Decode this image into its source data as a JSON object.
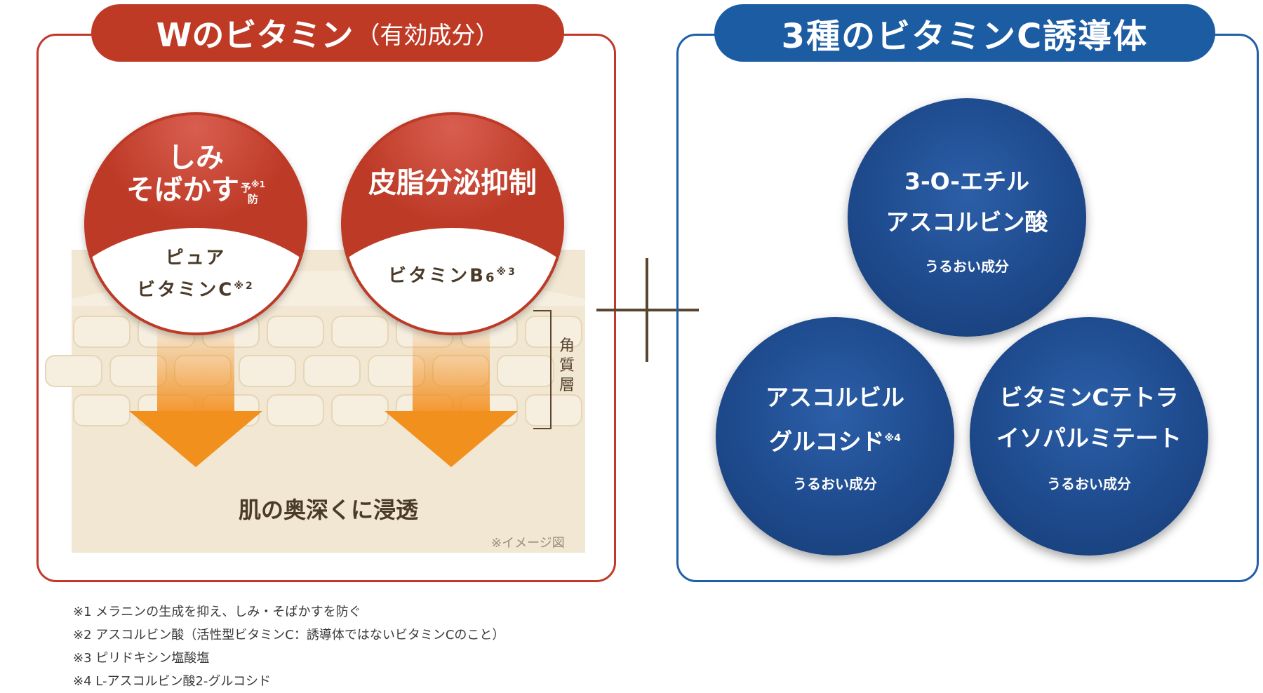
{
  "left_panel": {
    "title_main": "Wのビタミン",
    "title_sub": "（有効成分）",
    "circle1": {
      "title_line1": "しみ",
      "title_line2": "そばかす",
      "title_note_a": "予",
      "title_note_b": "防",
      "title_mark": "※1",
      "sub_line1": "ピュア",
      "sub_line2": "ビタミンC",
      "sub_mark": "※2"
    },
    "circle2": {
      "title": "皮脂分泌抑制",
      "sub": "ビタミンB",
      "sub_index": "6",
      "sub_mark": "※3"
    },
    "layer_label": "角質層",
    "penetration_text": "肌の奥深くに浸透",
    "image_note": "※イメージ図"
  },
  "right_panel": {
    "title": "3種のビタミンC誘導体",
    "circles": [
      {
        "line1": "3-O-エチル",
        "line2": "アスコルビン酸",
        "mark": "",
        "sub": "うるおい成分"
      },
      {
        "line1": "アスコルビル",
        "line2": "グルコシド",
        "mark": "※4",
        "sub": "うるおい成分"
      },
      {
        "line1": "ビタミンCテトラ",
        "line2": "イソパルミテート",
        "mark": "",
        "sub": "うるおい成分"
      }
    ]
  },
  "footnotes": [
    "※1 メラニンの生成を抑え、しみ・そばかすを防ぐ",
    "※2 アスコルビン酸（活性型ビタミンC：誘導体ではないビタミンCのこと）",
    "※3 ピリドキシン塩酸塩",
    "※4 L-アスコルビン酸2-グルコシド"
  ],
  "colors": {
    "red": "#bf3a25",
    "blue": "#1c5ca3",
    "skin": "#f1e7d2",
    "arrow": "#f2901e"
  }
}
